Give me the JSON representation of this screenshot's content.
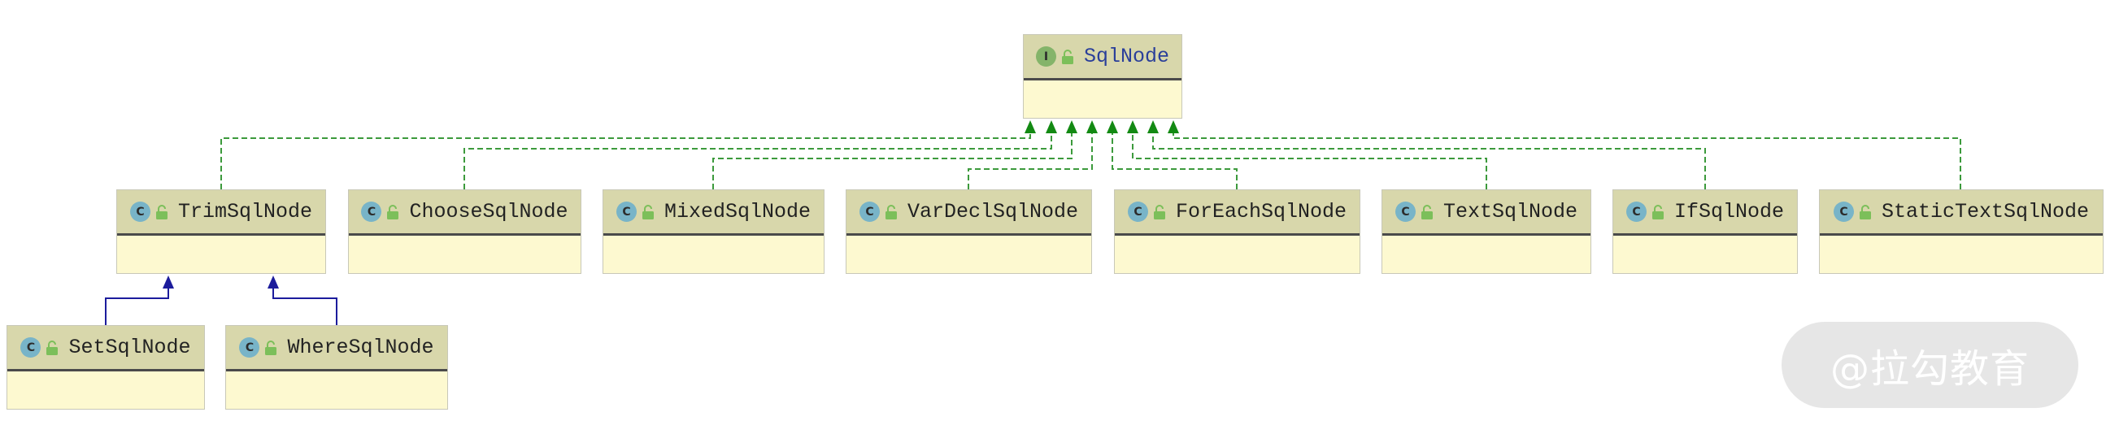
{
  "diagram": {
    "interface": {
      "id": "sqlnode",
      "badge": "I",
      "name": "SqlNode",
      "color": "#2a3f9a"
    },
    "classes": [
      {
        "id": "trim",
        "badge": "C",
        "name": "TrimSqlNode"
      },
      {
        "id": "choose",
        "badge": "C",
        "name": "ChooseSqlNode"
      },
      {
        "id": "mixed",
        "badge": "C",
        "name": "MixedSqlNode"
      },
      {
        "id": "vardecl",
        "badge": "C",
        "name": "VarDeclSqlNode"
      },
      {
        "id": "foreach",
        "badge": "C",
        "name": "ForEachSqlNode"
      },
      {
        "id": "text",
        "badge": "C",
        "name": "TextSqlNode"
      },
      {
        "id": "if",
        "badge": "C",
        "name": "IfSqlNode"
      },
      {
        "id": "statictext",
        "badge": "C",
        "name": "StaticTextSqlNode"
      },
      {
        "id": "set",
        "badge": "C",
        "name": "SetSqlNode"
      },
      {
        "id": "where",
        "badge": "C",
        "name": "WhereSqlNode"
      }
    ],
    "implements": [
      {
        "from": "trim",
        "to": "sqlnode"
      },
      {
        "from": "choose",
        "to": "sqlnode"
      },
      {
        "from": "mixed",
        "to": "sqlnode"
      },
      {
        "from": "vardecl",
        "to": "sqlnode"
      },
      {
        "from": "foreach",
        "to": "sqlnode"
      },
      {
        "from": "text",
        "to": "sqlnode"
      },
      {
        "from": "if",
        "to": "sqlnode"
      },
      {
        "from": "statictext",
        "to": "sqlnode"
      }
    ],
    "extends": [
      {
        "from": "set",
        "to": "trim"
      },
      {
        "from": "where",
        "to": "trim"
      }
    ],
    "colors": {
      "implements_line": "#3c9a3c",
      "implements_arrow": "#138a13",
      "extends_line": "#1c1c9c",
      "header": "#d8d7ab",
      "body": "#fdf9d0",
      "class_badge": "#78b4c8",
      "interface_badge": "#84b46a",
      "lock_icon": "#7cbf5a"
    },
    "icons": {
      "class": "class-c-icon",
      "interface": "interface-i-icon",
      "visibility": "unlock-icon"
    }
  },
  "watermark": {
    "text": "@拉勾教育"
  }
}
